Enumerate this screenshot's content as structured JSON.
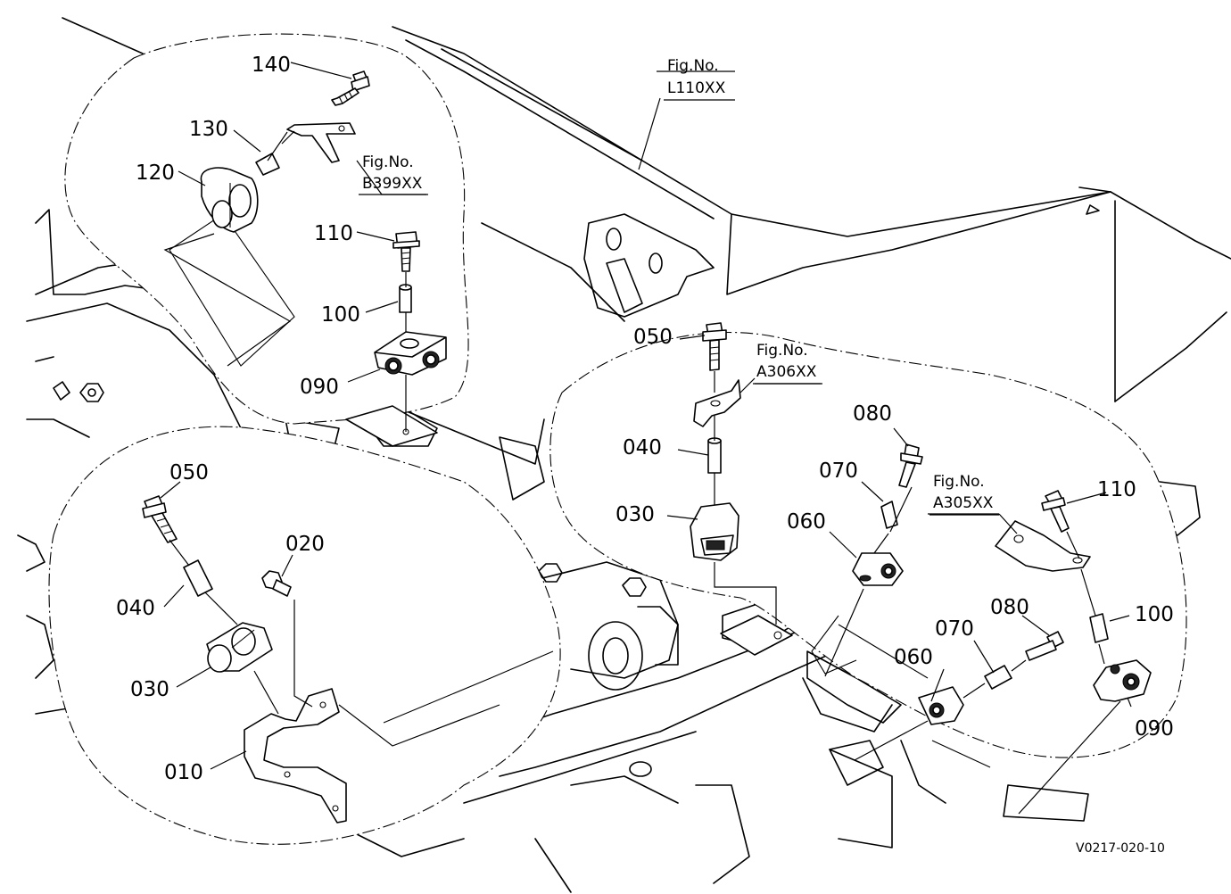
{
  "figure_refs": {
    "l110": {
      "line1": "Fig.No.",
      "line2": "L110XX"
    },
    "b399": {
      "line1": "Fig.No.",
      "line2": "B399XX"
    },
    "a306": {
      "line1": "Fig.No.",
      "line2": "A306XX"
    },
    "a305": {
      "line1": "Fig.No.",
      "line2": "A305XX"
    }
  },
  "part_labels": {
    "top_140": "140",
    "top_130": "130",
    "top_120": "120",
    "top_110": "110",
    "top_100": "100",
    "top_090": "090",
    "left_050": "050",
    "left_020": "020",
    "left_040": "040",
    "left_030": "030",
    "left_010": "010",
    "mid_050": "050",
    "mid_040": "040",
    "mid_030": "030",
    "right_080a": "080",
    "right_070a": "070",
    "right_060a": "060",
    "right_110": "110",
    "right_080b": "080",
    "right_070b": "070",
    "right_100": "100",
    "right_060b": "060",
    "right_090": "090"
  },
  "drawing_code": "V0217-020-10"
}
